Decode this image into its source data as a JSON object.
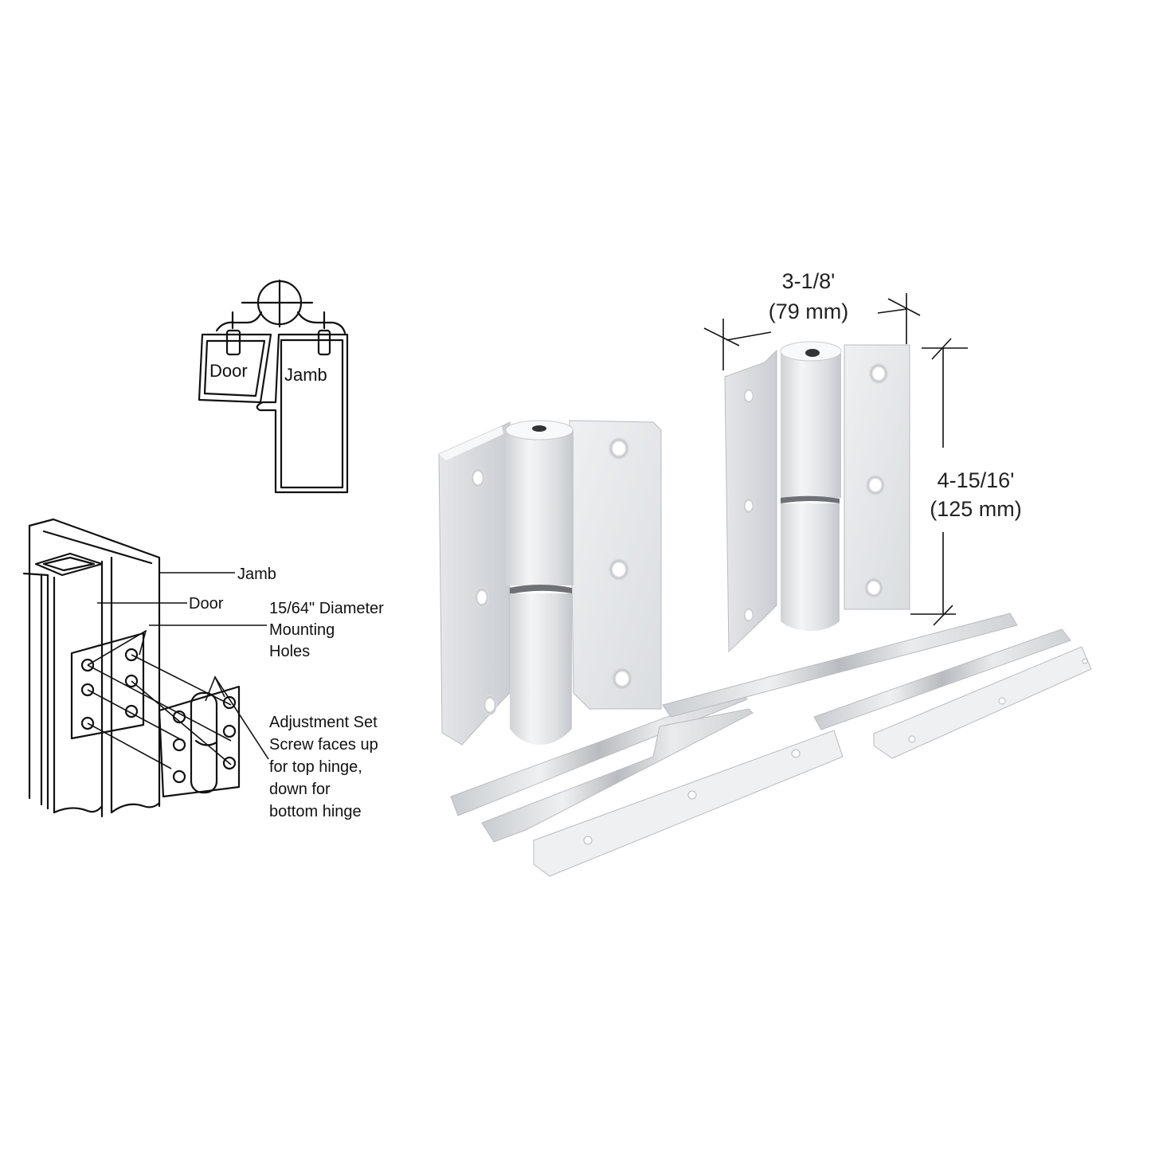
{
  "top_view_diagram": {
    "door_label": "Door",
    "jamb_label": "Jamb"
  },
  "installation_diagram": {
    "jamb_label": "Jamb",
    "door_label": "Door",
    "mounting_holes_callout": [
      "15/64\" Diameter",
      "Mounting",
      "Holes"
    ],
    "set_screw_callout": [
      "Adjustment Set",
      "Screw faces up",
      "for top hinge,",
      "down for",
      "bottom hinge"
    ]
  },
  "dimensions": {
    "width_imperial": "3-1/8'",
    "width_metric": "(79 mm)",
    "height_imperial": "4-15/16'",
    "height_metric": "(125 mm)"
  },
  "product_parts": {
    "hinges": [
      "left-hinge",
      "right-hinge"
    ],
    "shim_strips": 4,
    "mounting_plates": 2
  },
  "colors": {
    "background": "#ffffff",
    "line_art": "#111111",
    "metal_light": "#eceef0",
    "metal_mid": "#d3d6da",
    "metal_dark": "#b4b7bb"
  }
}
